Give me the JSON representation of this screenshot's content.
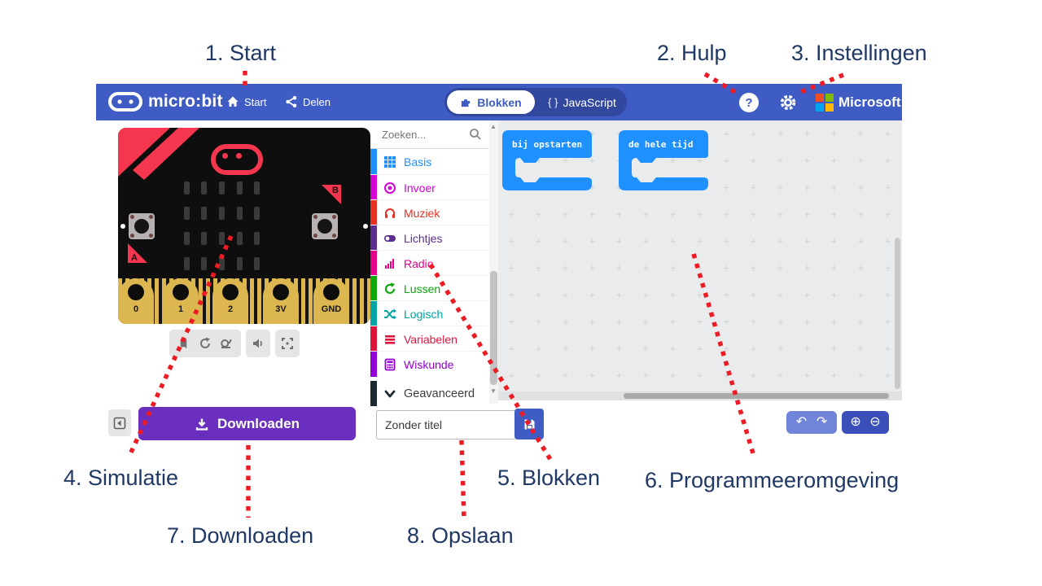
{
  "annotations": {
    "text_color": "#1f3864",
    "arrow_color": "#ed1c24",
    "items": [
      {
        "label": "1. Start"
      },
      {
        "label": "2. Hulp"
      },
      {
        "label": "3. Instellingen"
      },
      {
        "label": "4. Simulatie"
      },
      {
        "label": "5. Blokken"
      },
      {
        "label": "6. Programmeeromgeving"
      },
      {
        "label": "7. Downloaden"
      },
      {
        "label": "8. Opslaan"
      }
    ]
  },
  "header": {
    "logo_text": "micro:bit",
    "nav": [
      {
        "label": "Start"
      },
      {
        "label": "Delen"
      }
    ],
    "tabs": [
      {
        "label": "Blokken"
      },
      {
        "label": "JavaScript"
      }
    ],
    "brand": "Microsoft"
  },
  "simulator": {
    "buttons": [
      "A",
      "B"
    ],
    "pins": [
      "0",
      "1",
      "2",
      "3V",
      "GND"
    ]
  },
  "toolbox": {
    "search_placeholder": "Zoeken...",
    "categories": [
      {
        "label": "Basis",
        "color": "#1e90ff"
      },
      {
        "label": "Invoer",
        "color": "#d400d4"
      },
      {
        "label": "Muziek",
        "color": "#e63022"
      },
      {
        "label": "Lichtjes",
        "color": "#5c2d91"
      },
      {
        "label": "Radio",
        "color": "#e3008c"
      },
      {
        "label": "Lussen",
        "color": "#0ca80c"
      },
      {
        "label": "Logisch",
        "color": "#00a4a6"
      },
      {
        "label": "Variabelen",
        "color": "#dc143c"
      },
      {
        "label": "Wiskunde",
        "color": "#9400d3"
      }
    ],
    "advanced_label": "Geavanceerd"
  },
  "workspace": {
    "block_color": "#1e90ff",
    "blocks": [
      {
        "label": "bij opstarten"
      },
      {
        "label": "de hele tijd"
      }
    ]
  },
  "footer": {
    "download_label": "Downloaden",
    "project_name": "Zonder titel"
  },
  "icons": {
    "help": "?",
    "javascript_braces": "{ }",
    "undo": "↶",
    "redo": "↷",
    "zoom_in": "⊕",
    "zoom_out": "⊖",
    "scroll_up": "▲",
    "scroll_down": "▼"
  },
  "colors": {
    "header_bar": "#3e5cc4",
    "tab_group_dark": "#32479e",
    "download_button": "#6b2fbf",
    "save_button": "#3e5cc4",
    "undo_pill": "#7084d9",
    "zoom_pill": "#3a50b8",
    "workspace_bg": "#e9ebec",
    "board_red": "#f4364f",
    "microsoft_squares": [
      "#f25022",
      "#7fba00",
      "#00a4ef",
      "#ffb900"
    ]
  }
}
